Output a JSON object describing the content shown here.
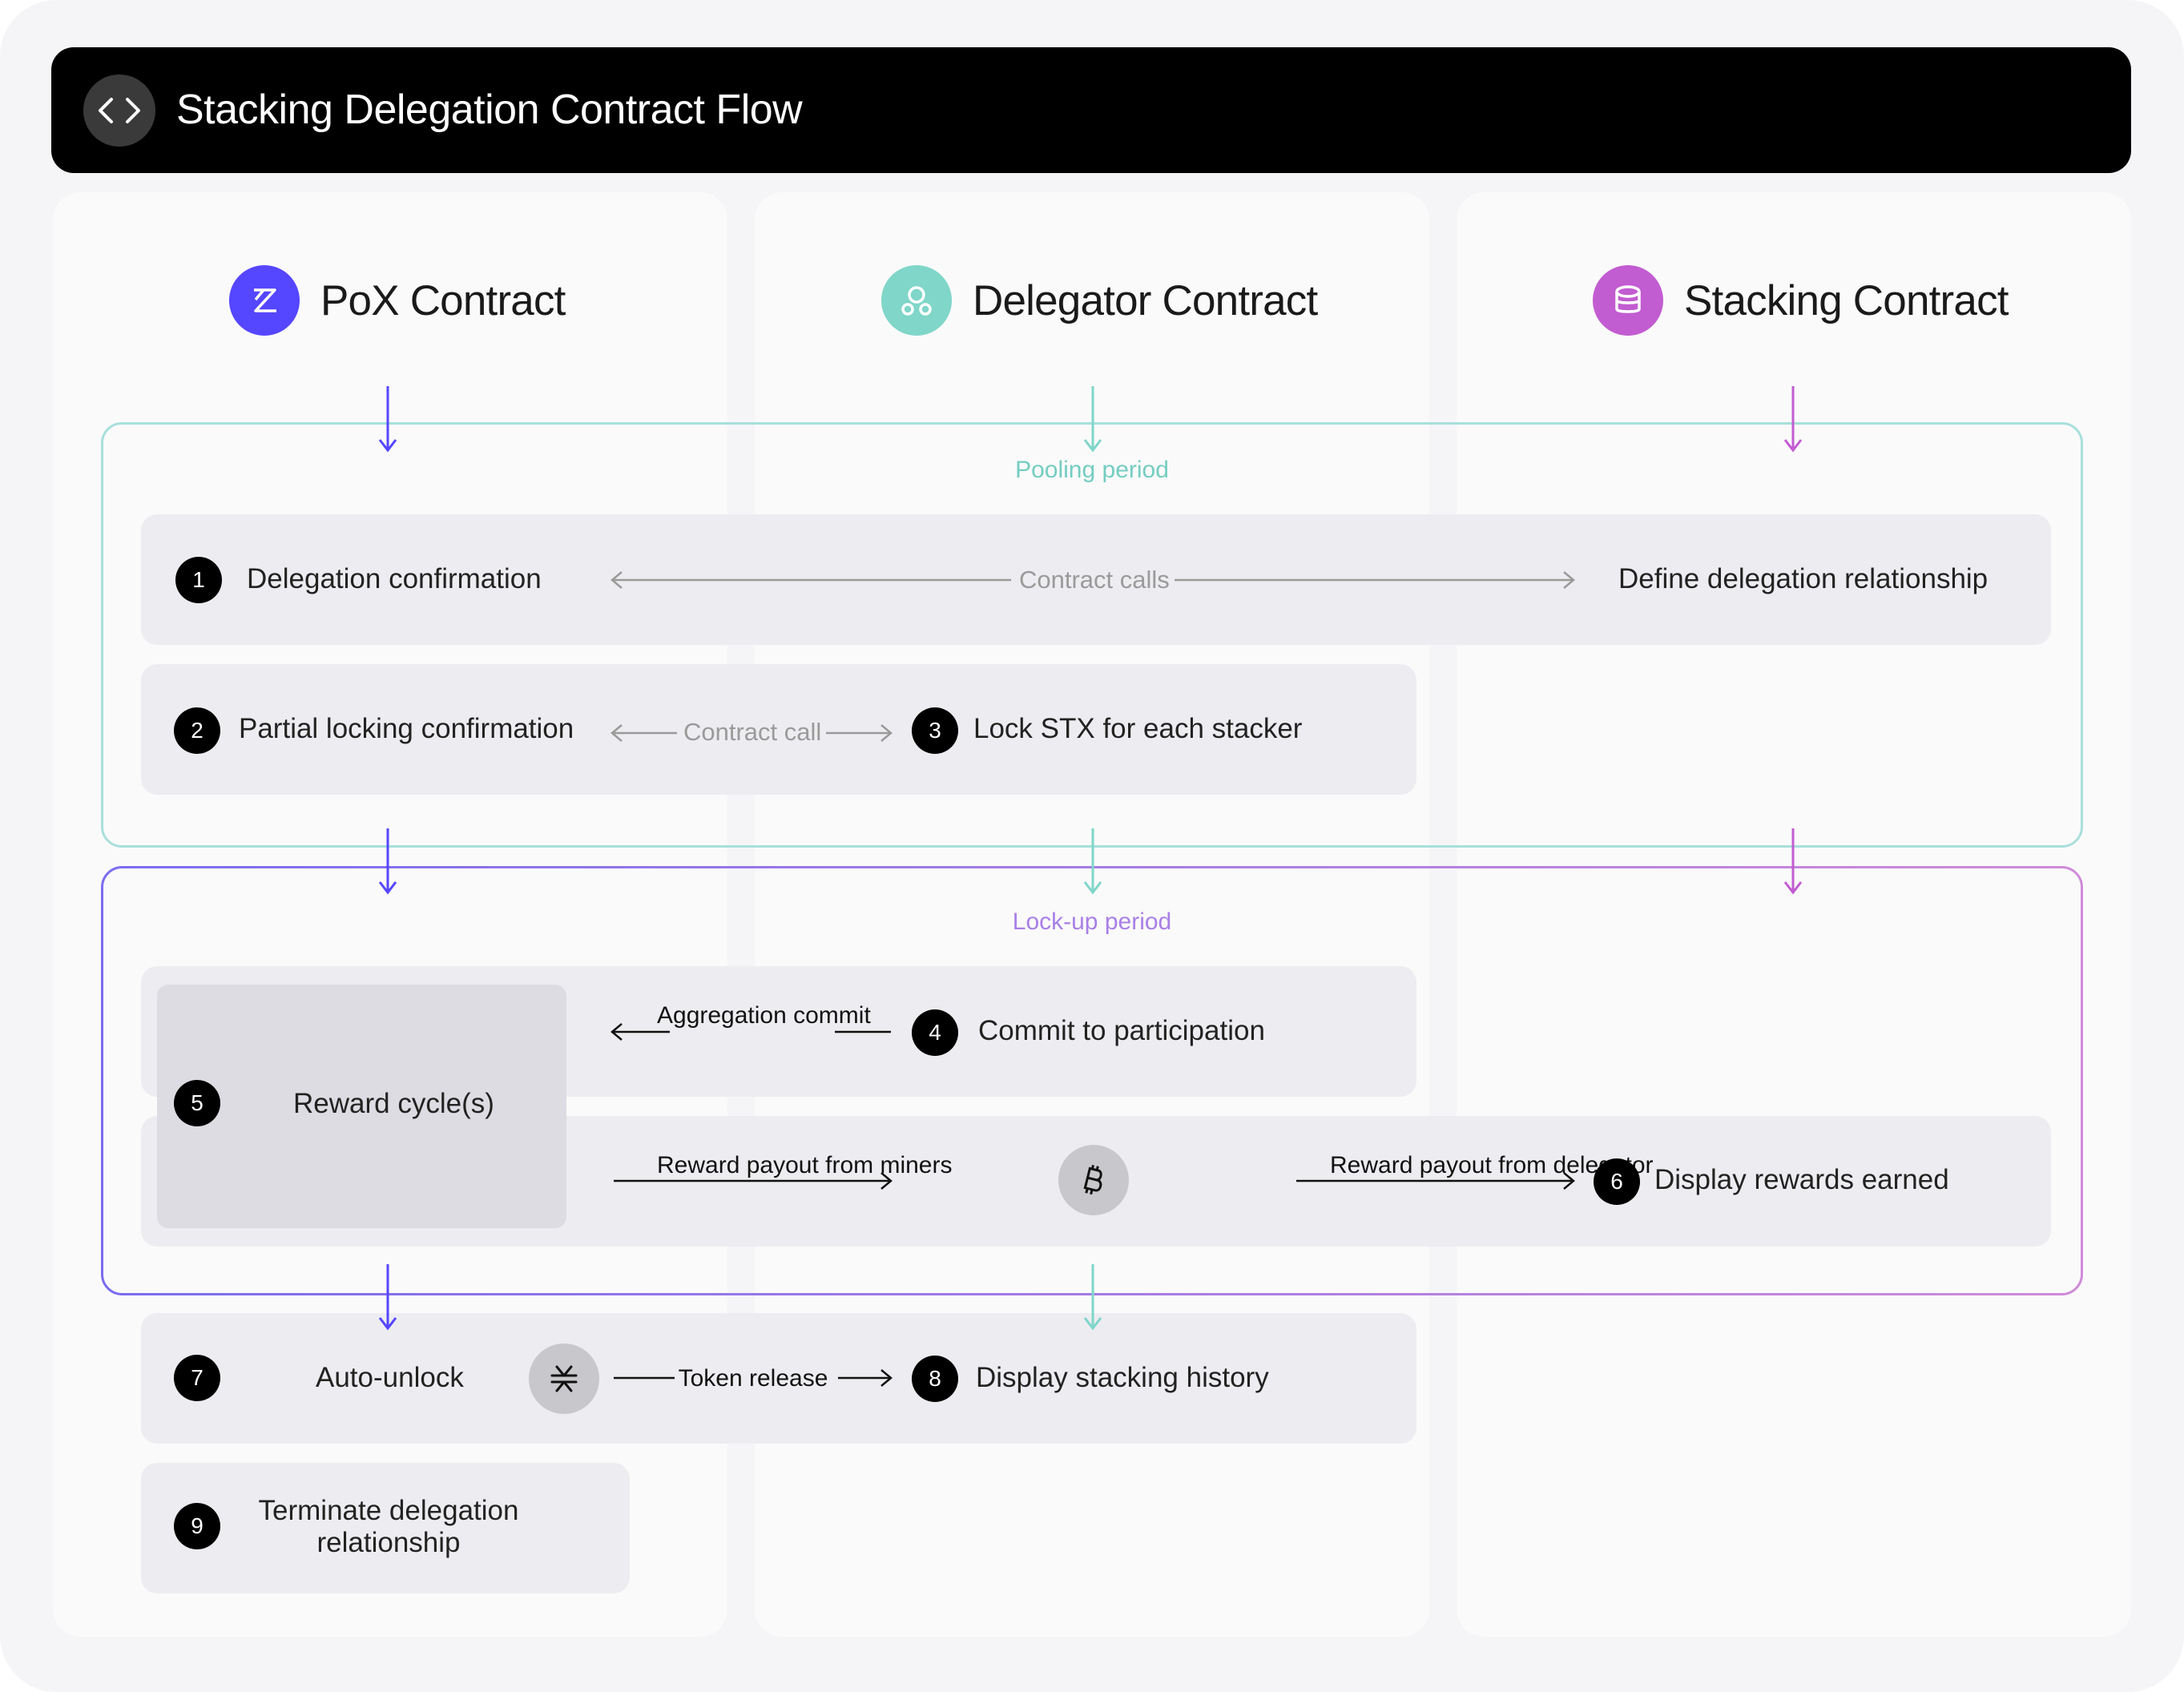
{
  "header": {
    "title": "Stacking Delegation Contract Flow",
    "icon": "code-icon"
  },
  "columns": [
    {
      "title": "PoX Contract",
      "icon": "pox-icon",
      "color": "#5546ff"
    },
    {
      "title": "Delegator Contract",
      "icon": "delegator-icon",
      "color": "#7fd6c9"
    },
    {
      "title": "Stacking Contract",
      "icon": "database-icon",
      "color": "#c25cd1"
    }
  ],
  "periods": {
    "pooling": {
      "label": "Pooling period",
      "color": "#a8e0db",
      "label_color": "#74cdc1"
    },
    "lockup": {
      "label": "Lock-up period",
      "color_start": "#7a6cf0",
      "color_end": "#cf8bd8",
      "label_color": "#a97fe6"
    }
  },
  "steps": {
    "s1": {
      "num": "1",
      "label": "Delegation confirmation"
    },
    "s2": {
      "num": "2",
      "label": "Partial locking confirmation"
    },
    "s3": {
      "num": "3",
      "label": "Lock STX for each stacker"
    },
    "s4": {
      "num": "4",
      "label": "Commit to participation"
    },
    "s5": {
      "num": "5",
      "label": "Reward cycle(s)"
    },
    "s6": {
      "num": "6",
      "label": "Display rewards earned"
    },
    "s7": {
      "num": "7",
      "label": "Auto-unlock"
    },
    "s8": {
      "num": "8",
      "label": "Display stacking history"
    },
    "s9": {
      "num": "9",
      "label": "Terminate delegation relationship"
    },
    "define": {
      "label": "Define delegation relationship"
    }
  },
  "edges": {
    "contract_calls": "Contract calls",
    "contract_call": "Contract call",
    "aggregation_commit": "Aggregation commit",
    "reward_payout_miners": "Reward payout from miners",
    "reward_payout_delegator": "Reward payout from delegator",
    "token_release": "Token release"
  },
  "icons": {
    "btc": "bitcoin-icon",
    "stx": "stacks-icon"
  }
}
